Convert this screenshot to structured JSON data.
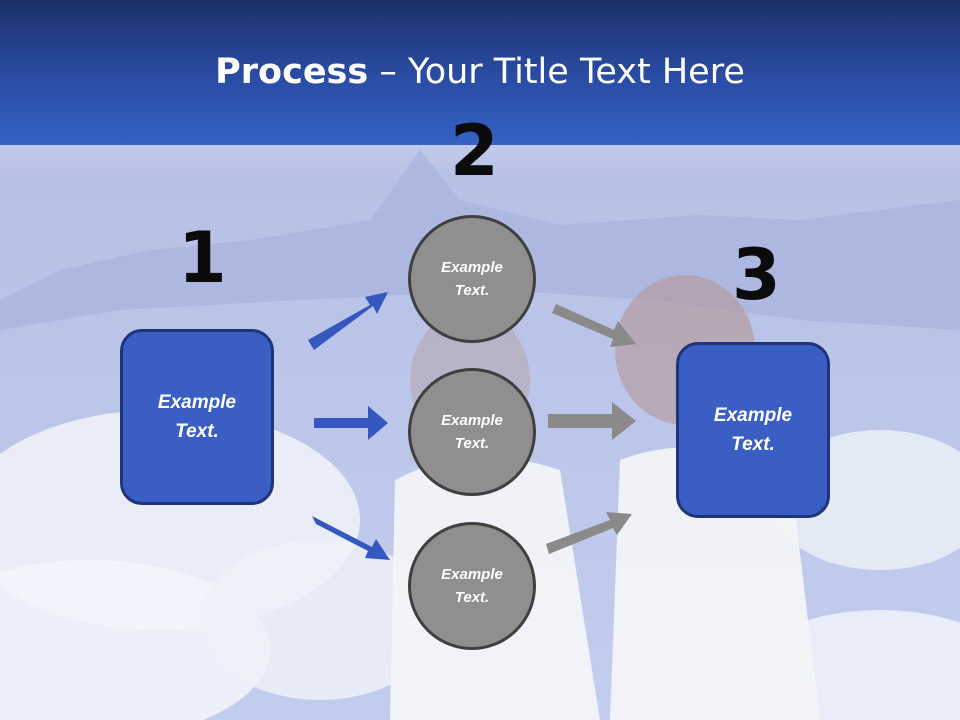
{
  "slide": {
    "title_bold": "Process",
    "title_rest": " – Your Title Text Here"
  },
  "steps": {
    "one": "1",
    "two": "2",
    "three": "3"
  },
  "nodes": {
    "left_box": "Example Text.",
    "circle_top": "Example Text.",
    "circle_middle": "Example Text.",
    "circle_bottom": "Example Text.",
    "right_box": "Example Text."
  },
  "colors": {
    "header": "#2a4da6",
    "box_fill": "#3a5ec4",
    "circle_fill": "#8f8f8f",
    "blue_arrow": "#3557c0",
    "gray_arrow": "#8a8a8a"
  }
}
